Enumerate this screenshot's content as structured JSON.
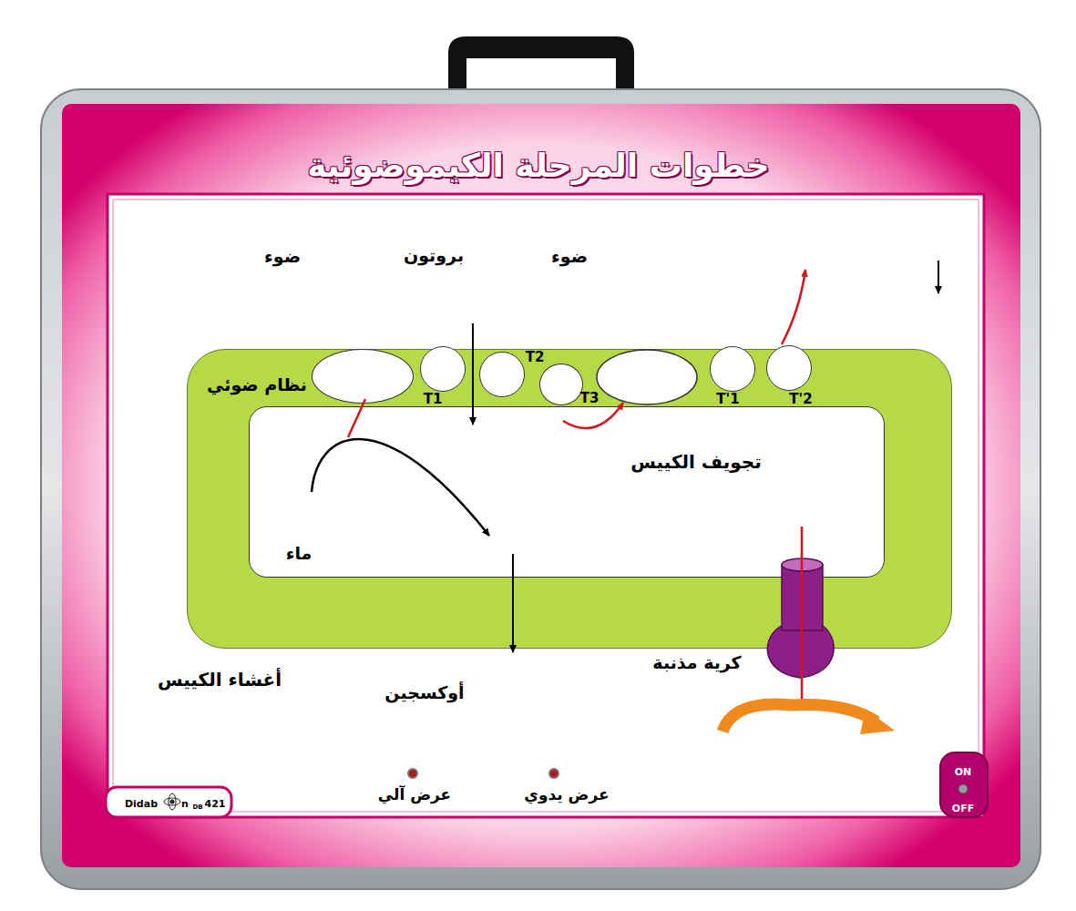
{
  "diagram": {
    "title": "خطوات المرحلة الكيموضوئية",
    "nodes": [
      {
        "text": [
          "أغشاء الكييس"
        ]
      },
      {
        "text": [
          "تجويف الكييس"
        ],
        "in": 0
      },
      {
        "text": [
          "نظام ضوئي"
        ],
        "in": 0
      },
      {
        "text": [
          "T1"
        ],
        "in": 0
      },
      {
        "text": [
          "T2"
        ],
        "in": 0
      },
      {
        "text": [
          "T3"
        ],
        "in": 0
      },
      {
        "text": [
          "T'1"
        ],
        "in": 0
      },
      {
        "text": [
          "T'2"
        ],
        "in": 0
      },
      {
        "text": [
          "كرية مذنبة"
        ]
      }
    ],
    "labels": [
      "ضوء",
      "بروتون",
      "ضوء",
      "ماء",
      "أوكسجين",
      "عرض آلي",
      "عرض يدوي",
      "ON",
      "OFF",
      "Didab",
      "n",
      "DB",
      "421"
    ]
  }
}
